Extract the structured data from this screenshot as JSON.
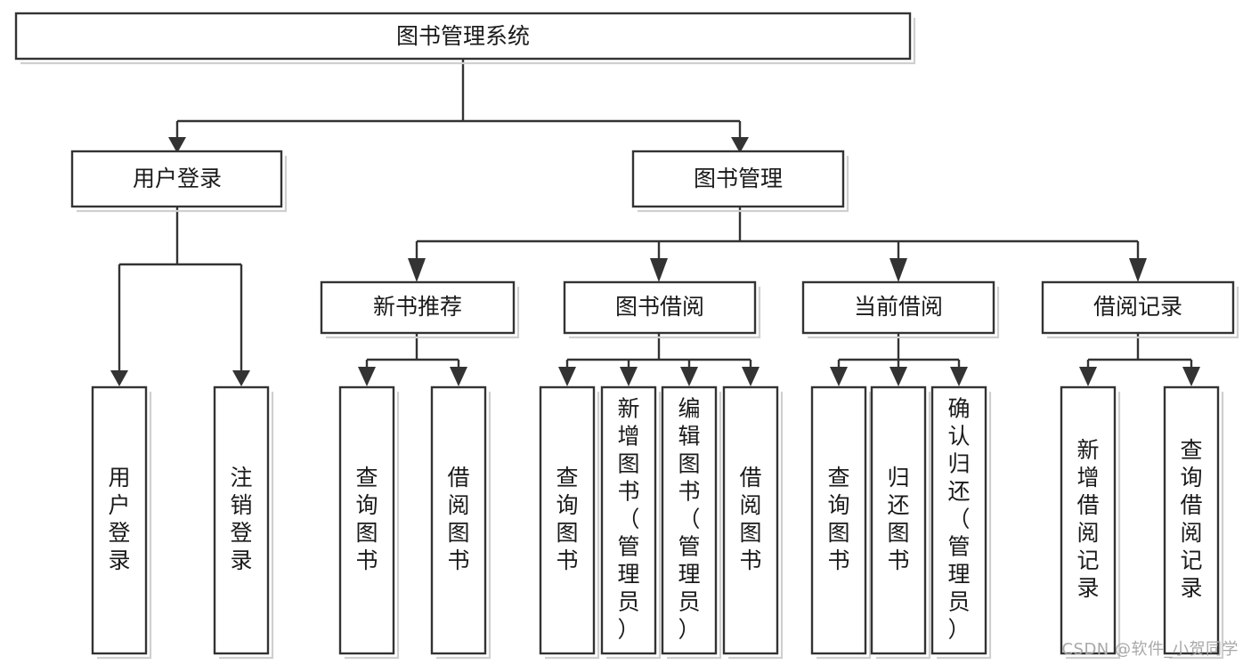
{
  "diagram": {
    "type": "hierarchy-tree",
    "title": "图书管理系统",
    "watermark": "CSDN @软件_小贺同学",
    "colors": {
      "stroke": "#333333",
      "fill": "#ffffff",
      "shadow": "#cfcfcf",
      "text": "#1a1a1a",
      "watermark": "#a8a8a8"
    },
    "levels": [
      {
        "level": 1,
        "nodes": [
          {
            "id": "root",
            "label": "图书管理系统",
            "orientation": "horizontal"
          }
        ]
      },
      {
        "level": 2,
        "nodes": [
          {
            "id": "login",
            "label": "用户登录",
            "orientation": "horizontal",
            "parent": "root"
          },
          {
            "id": "bookmgmt",
            "label": "图书管理",
            "orientation": "horizontal",
            "parent": "root"
          }
        ]
      },
      {
        "level": 3,
        "nodes": [
          {
            "id": "newbook",
            "label": "新书推荐",
            "orientation": "horizontal",
            "parent": "bookmgmt"
          },
          {
            "id": "borrow",
            "label": "图书借阅",
            "orientation": "horizontal",
            "parent": "bookmgmt"
          },
          {
            "id": "current",
            "label": "当前借阅",
            "orientation": "horizontal",
            "parent": "bookmgmt"
          },
          {
            "id": "records",
            "label": "借阅记录",
            "orientation": "horizontal",
            "parent": "bookmgmt"
          }
        ]
      },
      {
        "level": 4,
        "nodes": [
          {
            "id": "leaf-1",
            "label": "用户登录",
            "orientation": "vertical",
            "parent": "login"
          },
          {
            "id": "leaf-2",
            "label": "注销登录",
            "orientation": "vertical",
            "parent": "login"
          },
          {
            "id": "leaf-3",
            "label": "查询图书",
            "orientation": "vertical",
            "parent": "newbook"
          },
          {
            "id": "leaf-4",
            "label": "借阅图书",
            "orientation": "vertical",
            "parent": "newbook"
          },
          {
            "id": "leaf-5",
            "label": "查询图书",
            "orientation": "vertical",
            "parent": "borrow"
          },
          {
            "id": "leaf-6",
            "label": "新增图书（管理员）",
            "orientation": "vertical",
            "parent": "borrow"
          },
          {
            "id": "leaf-7",
            "label": "编辑图书（管理员）",
            "orientation": "vertical",
            "parent": "borrow"
          },
          {
            "id": "leaf-8",
            "label": "借阅图书",
            "orientation": "vertical",
            "parent": "borrow"
          },
          {
            "id": "leaf-9",
            "label": "查询图书",
            "orientation": "vertical",
            "parent": "current"
          },
          {
            "id": "leaf-10",
            "label": "归还图书",
            "orientation": "vertical",
            "parent": "current"
          },
          {
            "id": "leaf-11",
            "label": "确认归还（管理员）",
            "orientation": "vertical",
            "parent": "current"
          },
          {
            "id": "leaf-12",
            "label": "新增借阅记录",
            "orientation": "vertical",
            "parent": "records"
          },
          {
            "id": "leaf-13",
            "label": "查询借阅记录",
            "orientation": "vertical",
            "parent": "records"
          }
        ]
      }
    ]
  }
}
